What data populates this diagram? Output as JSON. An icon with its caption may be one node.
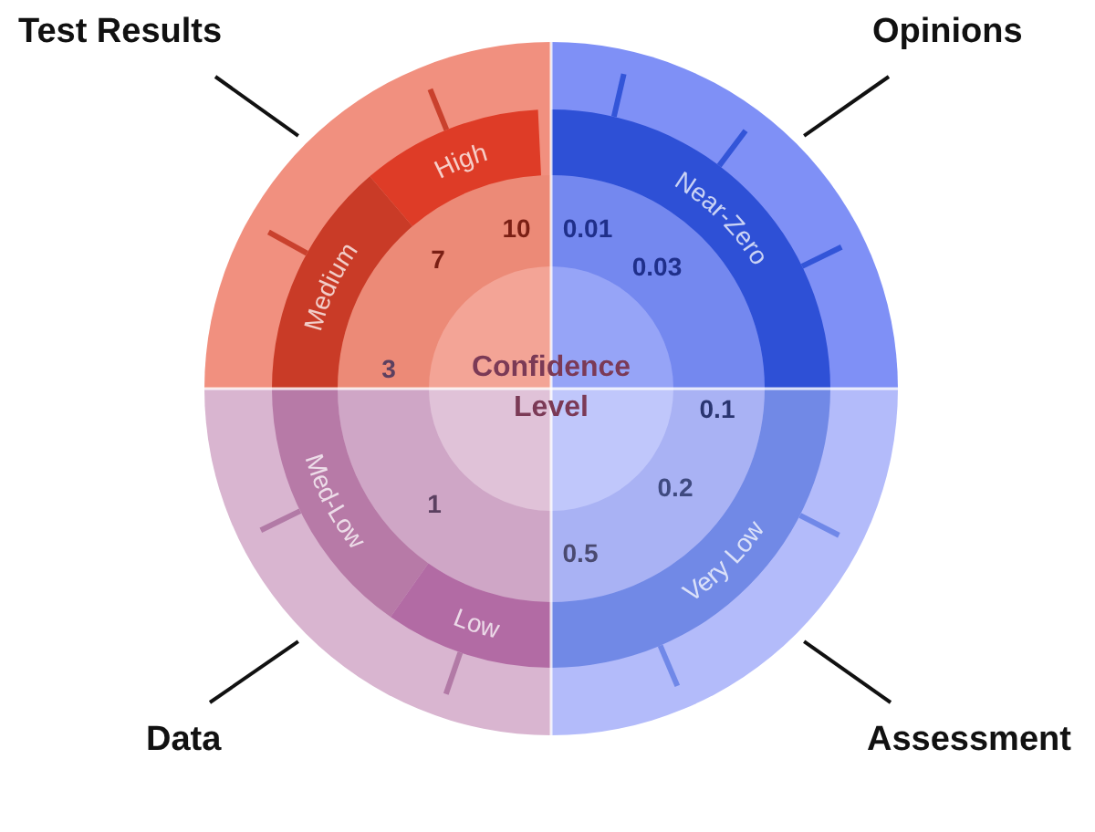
{
  "diagram": {
    "nodes": [
      {
        "text": [
          "Test Results"
        ]
      },
      {
        "text": [
          "Opinions"
        ]
      },
      {
        "text": [
          "Data"
        ]
      },
      {
        "text": [
          "Assessment"
        ]
      },
      {
        "text": [],
        "shape": "wedge"
      },
      {
        "text": [
          "High"
        ],
        "in": 4
      },
      {
        "text": [
          "Medium"
        ],
        "in": 4
      },
      {
        "text": [],
        "shape": "wedge"
      },
      {
        "text": [
          "Near-Zero"
        ],
        "in": 7
      },
      {
        "text": [],
        "shape": "wedge"
      },
      {
        "text": [
          "Med-Low"
        ],
        "in": 9
      },
      {
        "text": [
          "Low"
        ],
        "in": 9
      },
      {
        "text": [],
        "shape": "wedge"
      },
      {
        "text": [
          "Very Low"
        ],
        "in": 12
      },
      {
        "text": [
          "Confidence Level"
        ]
      }
    ],
    "edges": [
      {
        "from": 0,
        "to": 4,
        "arrow": "none"
      },
      {
        "from": 1,
        "to": 7,
        "arrow": "none"
      },
      {
        "from": 2,
        "to": 9,
        "arrow": "none"
      },
      {
        "from": 3,
        "to": 12,
        "arrow": "none"
      }
    ],
    "labels": [
      "10",
      "0.01",
      "7",
      "0.03",
      "3",
      "0.1",
      "0.2",
      "1",
      "0.5"
    ]
  }
}
